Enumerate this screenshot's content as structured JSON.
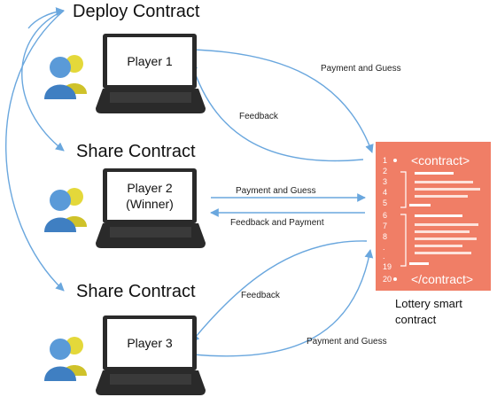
{
  "steps": {
    "deploy": "Deploy Contract",
    "share_1": "Share Contract",
    "share_2": "Share Contract"
  },
  "players": [
    {
      "name": "Player 1",
      "note": ""
    },
    {
      "name": "Player 2",
      "note": "(Winner)"
    },
    {
      "name": "Player 3",
      "note": ""
    }
  ],
  "arrow_labels": {
    "p1_out": "Payment and Guess",
    "p1_in": "Feedback",
    "p2_out": "Payment and Guess",
    "p2_in": "Feedback and Payment",
    "p3_in": "Feedback",
    "p3_out": "Payment and Guess"
  },
  "contract": {
    "open_tag": "<contract>",
    "close_tag": "</contract>",
    "line_numbers": [
      "1",
      "2",
      "3",
      "4",
      "5",
      "6",
      "7",
      "8",
      ".",
      ".",
      "19",
      "20"
    ],
    "caption_line1": "Lottery smart",
    "caption_line2": "contract"
  },
  "colors": {
    "arrow": "#6aa7de",
    "contract_bg": "#f07e66",
    "laptop": "#2a2a2a"
  },
  "icons": [
    "user-group-icon",
    "laptop-icon",
    "code-document-icon"
  ]
}
